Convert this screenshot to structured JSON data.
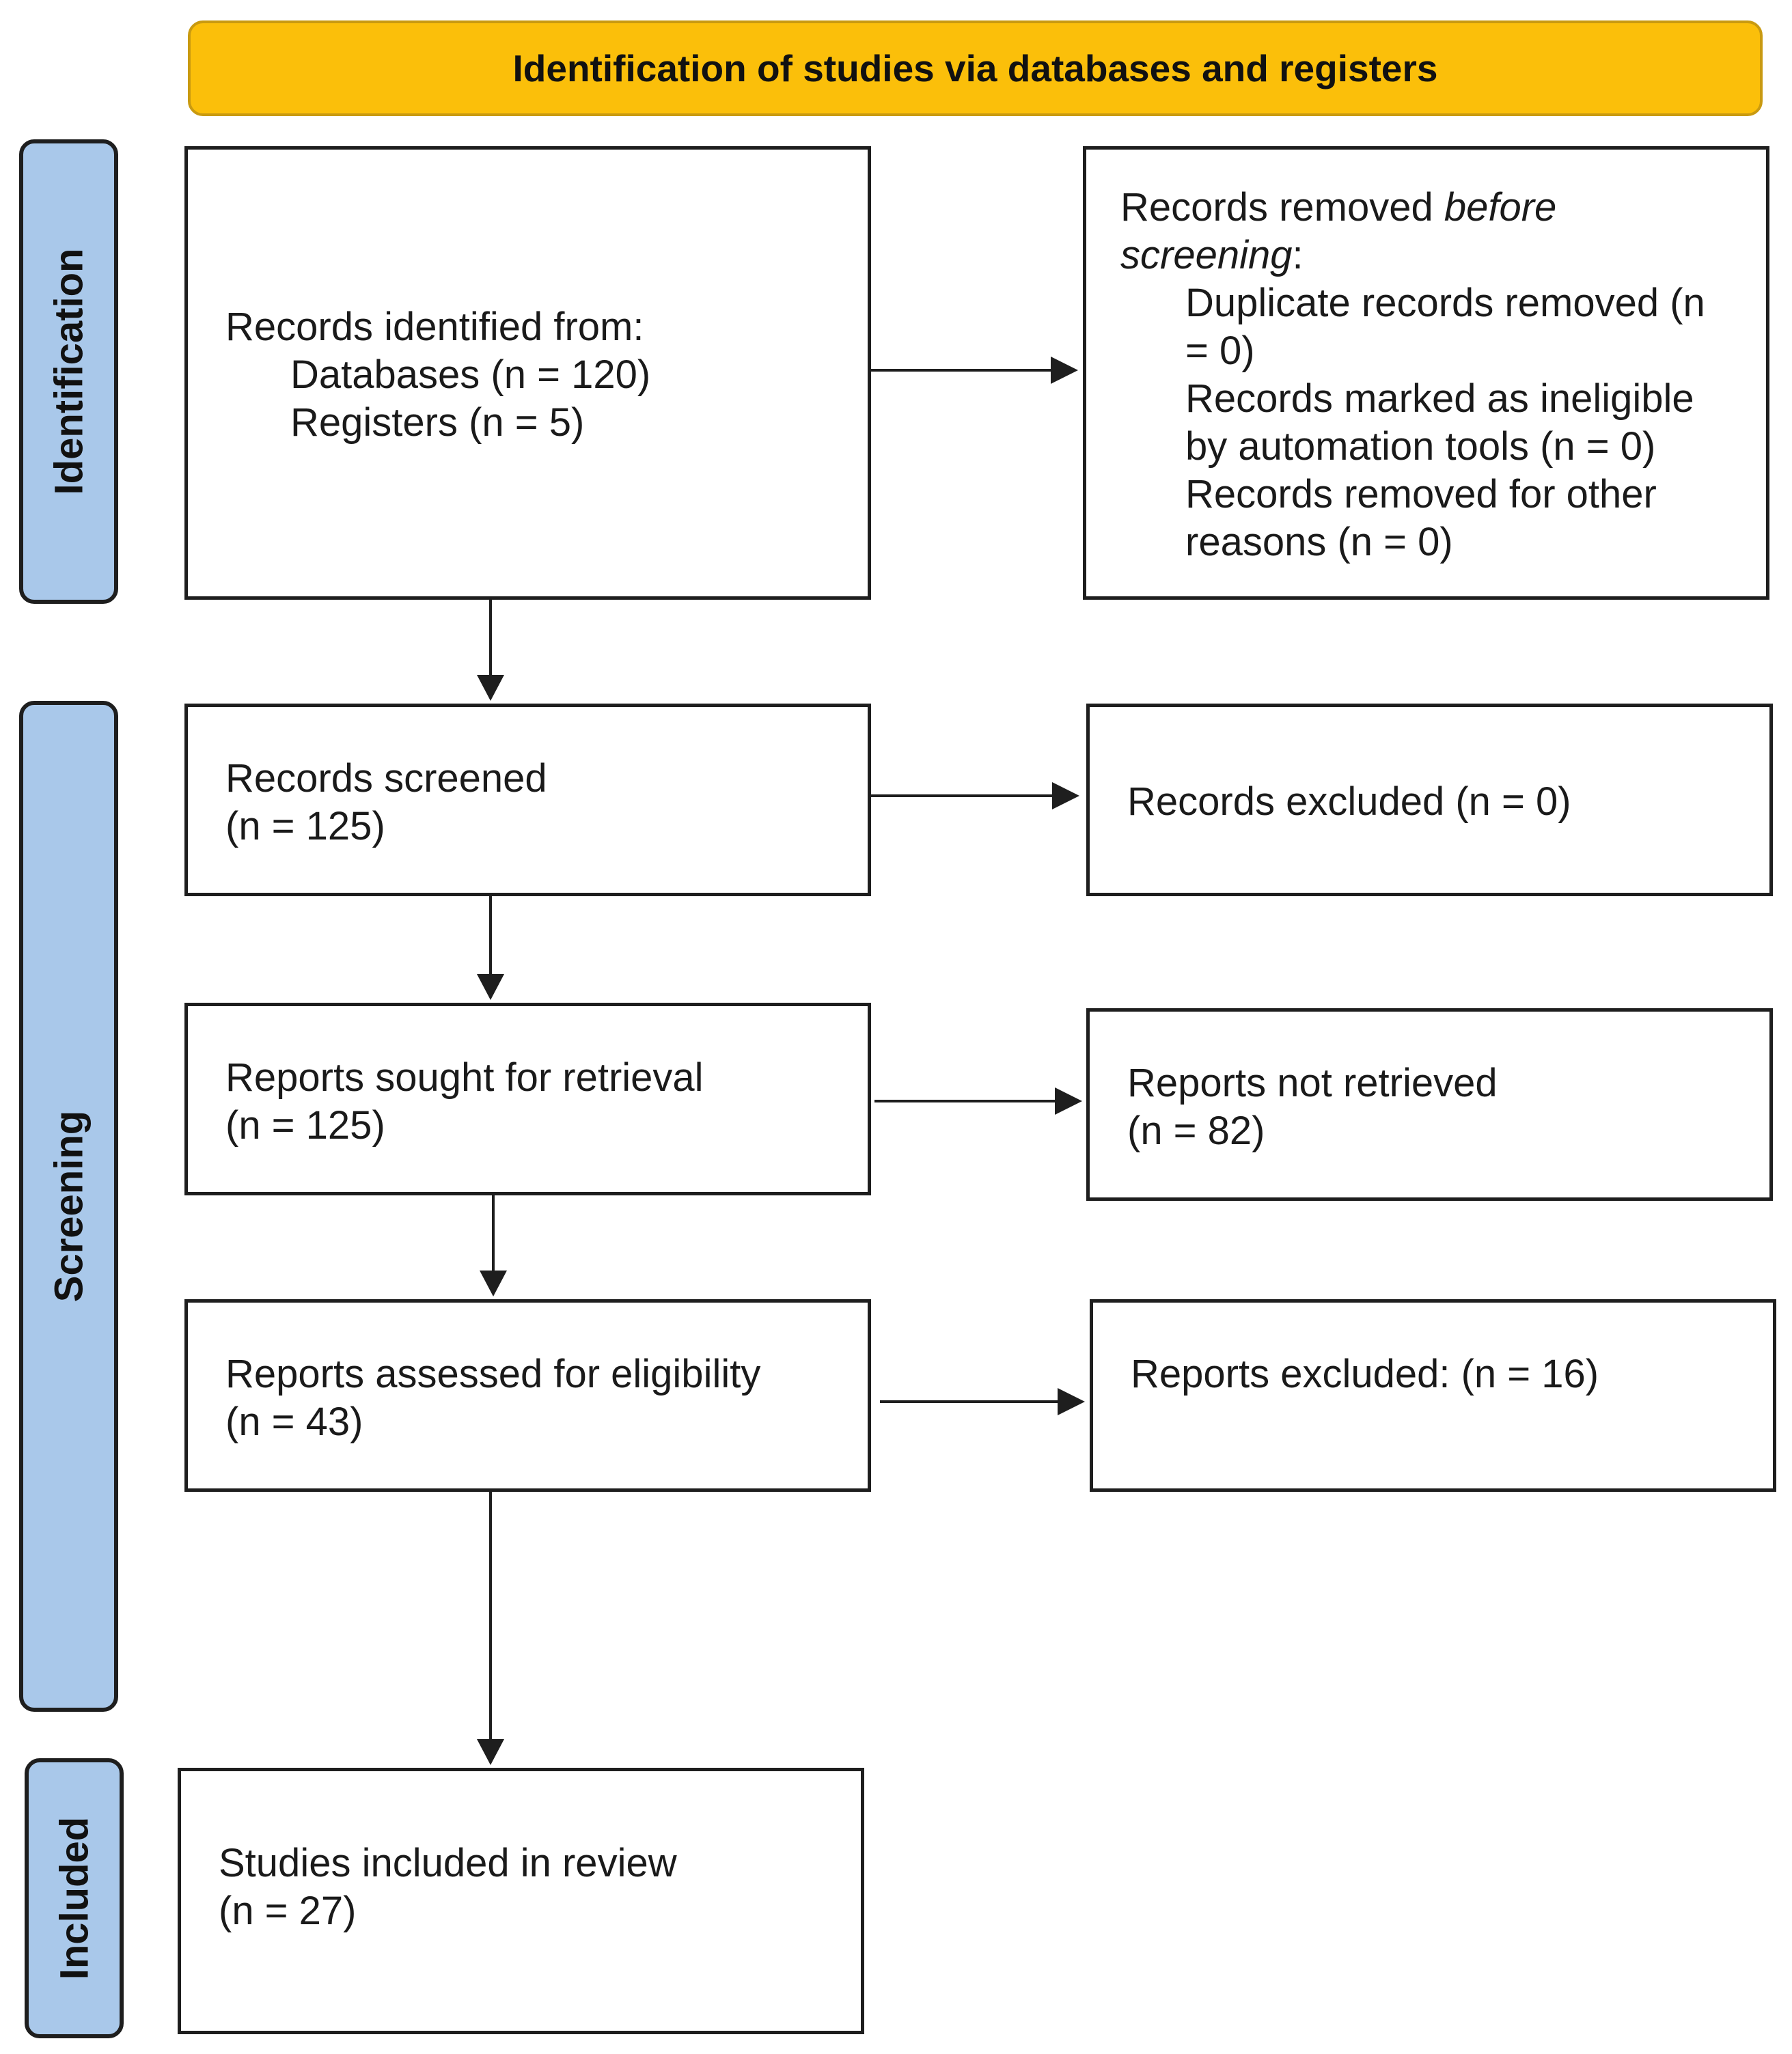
{
  "banner": {
    "title": "Identification of studies via databases and registers"
  },
  "phases": {
    "identification": "Identification",
    "screening": "Screening",
    "included": "Included"
  },
  "identified": {
    "heading": "Records identified from:",
    "databases": "Databases (n = 120)",
    "registers": "Registers (n = 5)"
  },
  "removed": {
    "heading_prefix": "Records removed ",
    "heading_emph1": "before",
    "heading_emph2": "screening",
    "heading_suffix": ":",
    "line1": "Duplicate records removed (n",
    "line2": "= 0)",
    "line3": "Records marked as ineligible",
    "line4": "by automation tools (n = 0)",
    "line5": "Records removed for other",
    "line6": "reasons (n = 0)"
  },
  "screened": {
    "line1": "Records screened",
    "line2": "(n = 125)"
  },
  "excluded": {
    "line1": "Records excluded (n = 0)"
  },
  "sought": {
    "line1": "Reports sought for retrieval",
    "line2": "(n = 125)"
  },
  "not_retrieved": {
    "line1": "Reports not retrieved",
    "line2": "(n = 82)"
  },
  "assessed": {
    "line1": "Reports assessed for eligibility",
    "line2": "(n = 43)"
  },
  "reports_excluded": {
    "line1": "Reports excluded: (n = 16)"
  },
  "included": {
    "line1": "Studies included in review",
    "line2": "(n = 27)"
  }
}
